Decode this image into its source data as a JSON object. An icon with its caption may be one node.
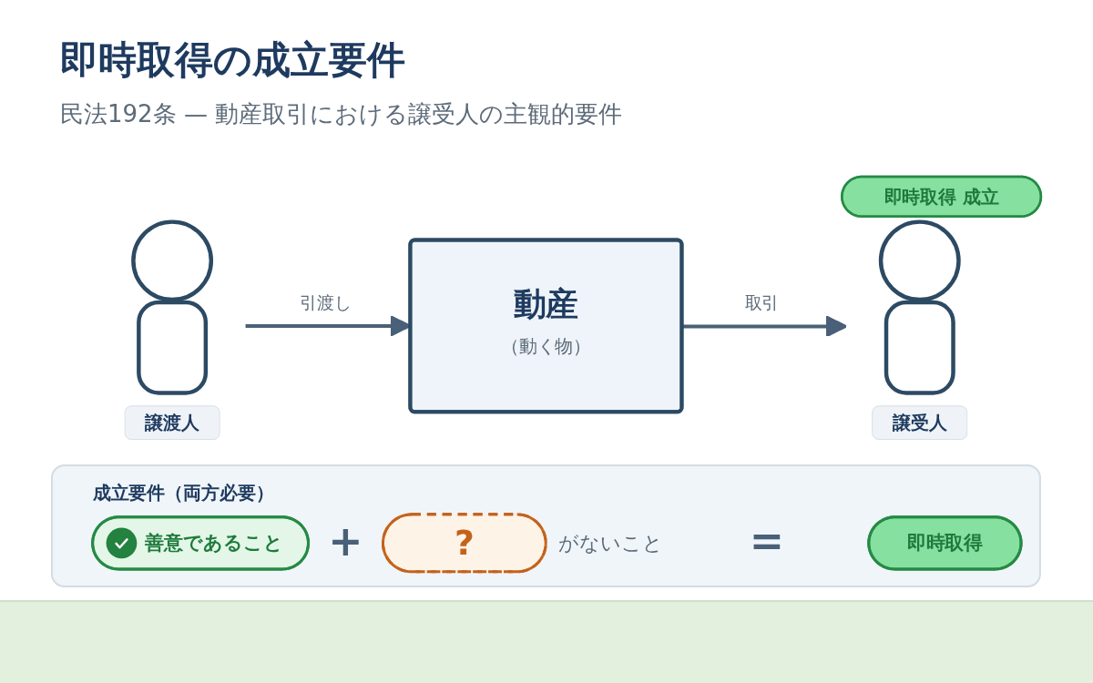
{
  "diagram": {
    "title": "即時取得の成立要件",
    "nodes": [
      {
        "text": [
          "譲渡人"
        ]
      },
      {
        "text": [
          "動産",
          "（動く物）"
        ]
      },
      {
        "text": [
          "譲受人"
        ]
      },
      {
        "text": [
          "即時取得 成立"
        ]
      },
      {
        "text": [
          "成立要件（両方必要）"
        ]
      },
      {
        "text": [
          "善意であること"
        ],
        "in": 4
      },
      {
        "text": [
          "?"
        ],
        "beside": [
          "がないこと"
        ],
        "in": 4
      },
      {
        "text": [
          "即時取得"
        ],
        "in": 4
      }
    ],
    "edges": [
      {
        "from": 0,
        "to": 1,
        "arrow": "to",
        "label": "引渡し"
      },
      {
        "from": 1,
        "to": 2,
        "arrow": "to",
        "label": "取引"
      }
    ],
    "labels": [
      "民法192条 — 動産取引における譲受人の主観的要件",
      "+",
      "="
    ]
  }
}
